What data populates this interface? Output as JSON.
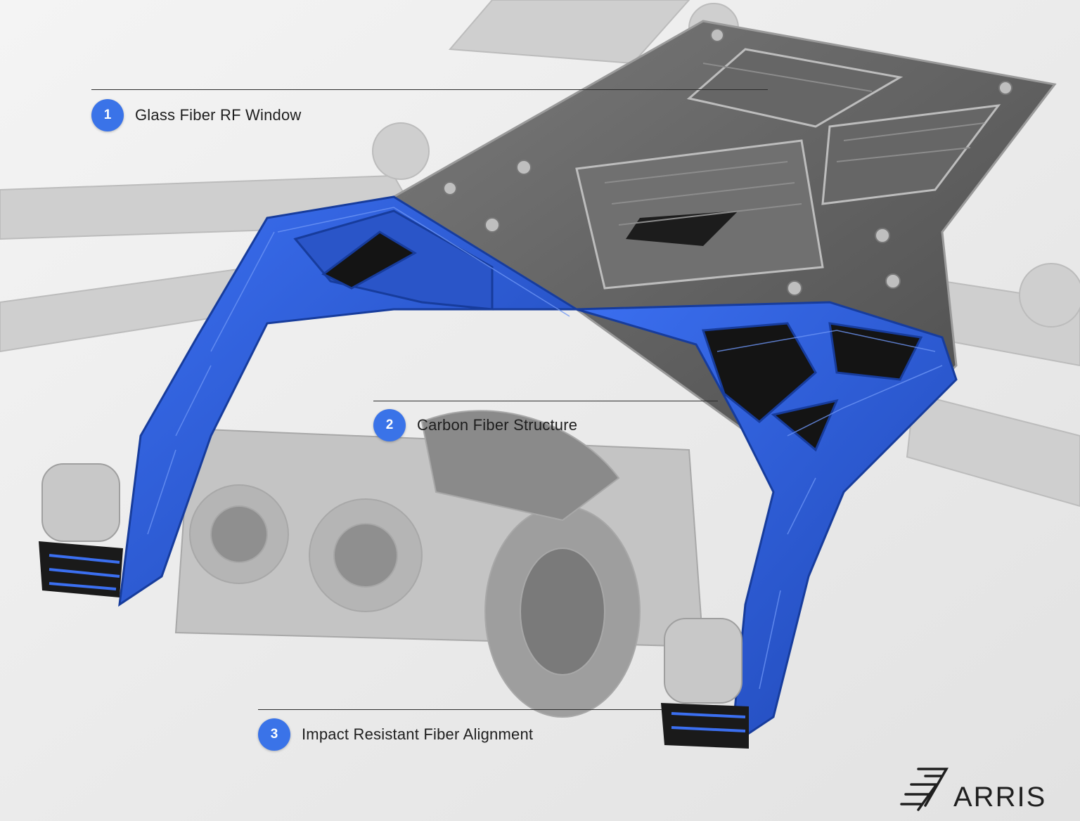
{
  "colors": {
    "accent": "#3a73e8",
    "frame_blue": "#2f5fd6",
    "line": "#2b2b2b",
    "background": "#eeeeee",
    "drone_gray": "#c9c9c9",
    "plate_dark": "#5d5d5d"
  },
  "callouts": [
    {
      "number": "1",
      "label": "Glass Fiber RF Window"
    },
    {
      "number": "2",
      "label": "Carbon Fiber Structure"
    },
    {
      "number": "3",
      "label": "Impact Resistant Fiber Alignment"
    }
  ],
  "brand": {
    "name": "ARRIS",
    "icon": "arris-chevron-logo"
  }
}
